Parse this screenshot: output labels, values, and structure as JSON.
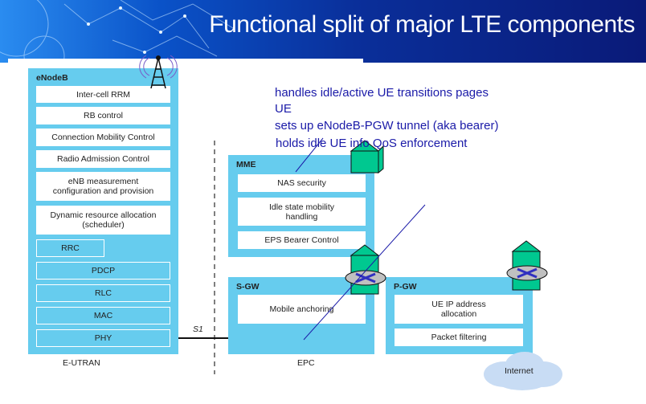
{
  "slide_title": "Functional split of major LTE components",
  "enodeb": {
    "label": "eNodeB",
    "functions": [
      "Inter-cell RRM",
      "RB control",
      "Connection Mobility Control",
      "Radio Admission Control",
      "eNB measurement configuration and provision",
      "Dynamic resource allocation (scheduler)"
    ],
    "protocols": [
      "RRC",
      "PDCP",
      "RLC",
      "MAC",
      "PHY"
    ]
  },
  "mme": {
    "label": "MME",
    "functions": [
      "NAS security",
      "Idle state mobility handling",
      "EPS Bearer Control"
    ]
  },
  "sgw": {
    "label": "S-GW",
    "functions": [
      "Mobile anchoring"
    ]
  },
  "pgw": {
    "label": "P-GW",
    "functions": [
      "UE IP address allocation",
      "Packet filtering"
    ]
  },
  "captions": {
    "eutran": "E-UTRAN",
    "epc": "EPC",
    "s1": "S1",
    "internet": "Internet"
  },
  "notes": {
    "line1": "handles idle/active UE transitions pages",
    "line2": "UE",
    "line3": "sets up eNodeB-PGW tunnel (aka bearer)",
    "line4": "holds idle UE info QoS enforcement"
  },
  "colors": {
    "block": "#66ccee",
    "note": "#1a1aa8",
    "router": "#00c890"
  }
}
